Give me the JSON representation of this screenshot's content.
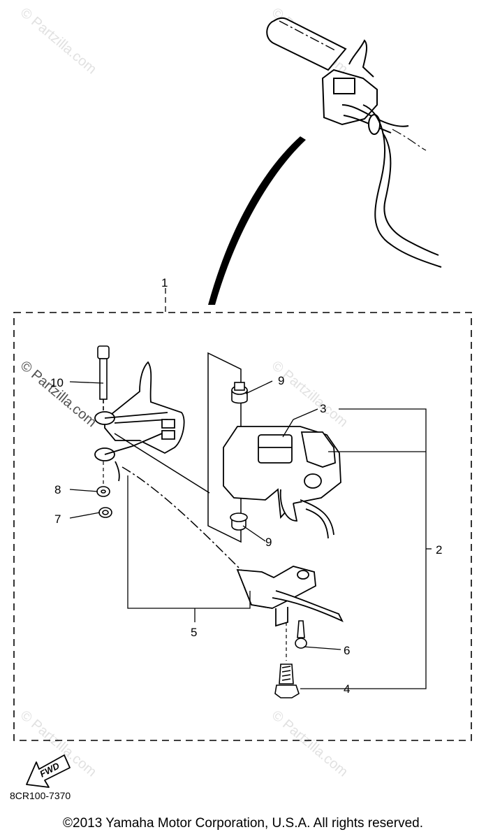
{
  "watermark_text": "© Partzilla.com",
  "callouts": [
    "1",
    "2",
    "3",
    "4",
    "5",
    "6",
    "7",
    "8",
    "9",
    "9",
    "10"
  ],
  "fwd_label": "FWD",
  "part_code": "8CR100-7370",
  "copyright": "©2013 Yamaha Motor Corporation, U.S.A. All rights reserved."
}
